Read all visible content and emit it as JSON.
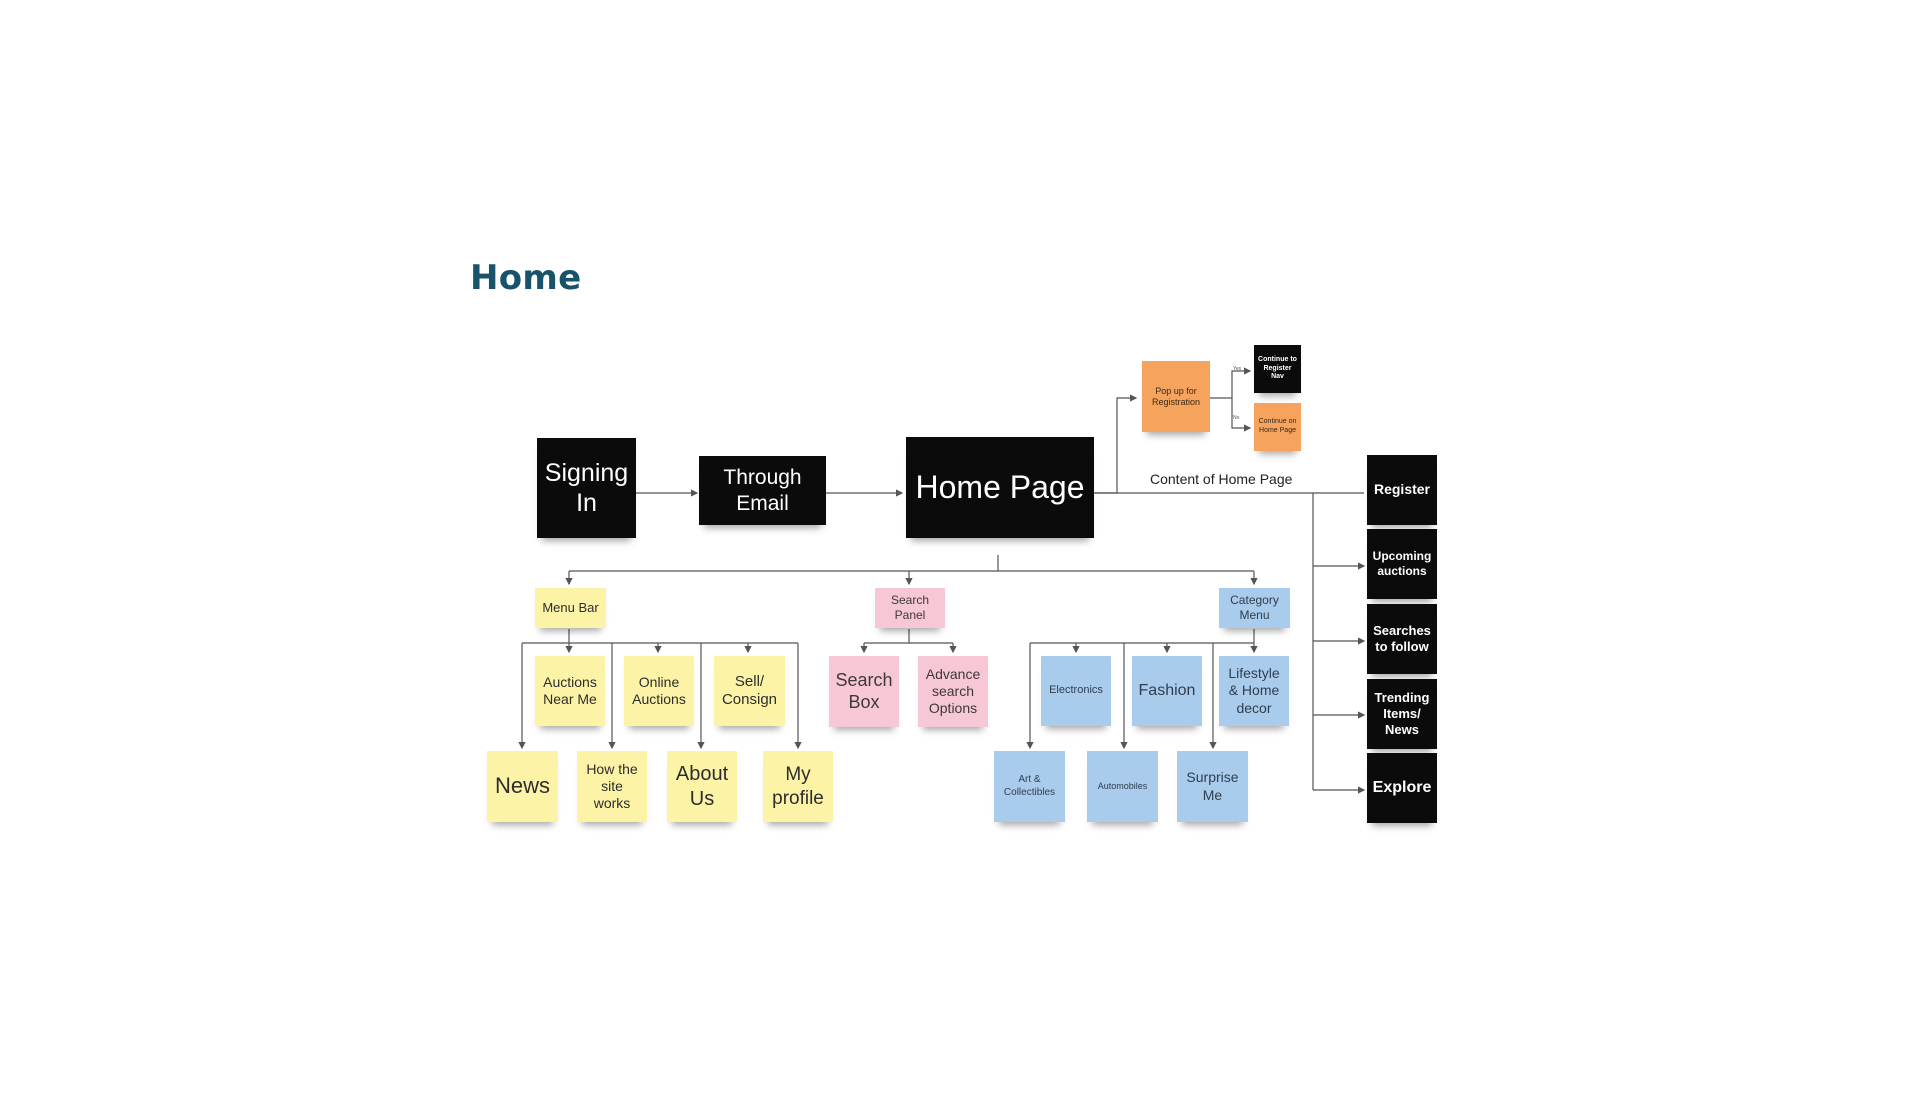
{
  "page": {
    "title": "Home",
    "content_label": "Content of Home Page"
  },
  "nodes": {
    "signing_in": "Signing In",
    "through_email": "Through Email",
    "home_page": "Home Page",
    "popup_registration": "Pop up for Registration",
    "continue_register": "Continue to Register Nav",
    "continue_home": "Continue on Home Page",
    "yes_label": "Yes",
    "no_label": "No",
    "register": "Register",
    "upcoming_auctions": "Upcoming auctions",
    "searches_follow": "Searches to follow",
    "trending": "Trending Items/ News",
    "explore": "Explore",
    "menu_bar": "Menu Bar",
    "search_panel": "Search Panel",
    "category_menu": "Category Menu",
    "auctions_near_me": "Auctions Near Me",
    "online_auctions": "Online Auctions",
    "sell_consign": "Sell/ Consign",
    "news": "News",
    "how_site_works": "How the site works",
    "about_us": "About Us",
    "my_profile": "My profile",
    "search_box": "Search Box",
    "advance_search": "Advance search Options",
    "electronics": "Electronics",
    "fashion": "Fashion",
    "lifestyle": "Lifestyle & Home decor",
    "art": "Art & Collectibles",
    "automobiles": "Automobiles",
    "surprise_me": "Surprise Me"
  },
  "colors": {
    "title": "#17536b",
    "black_note": "#0b0b0b",
    "yellow_note": "#fcf3a6",
    "pink_note": "#f8c7d5",
    "blue_note": "#a9ccec",
    "orange_note": "#f5a35d",
    "connector": "#555555"
  }
}
